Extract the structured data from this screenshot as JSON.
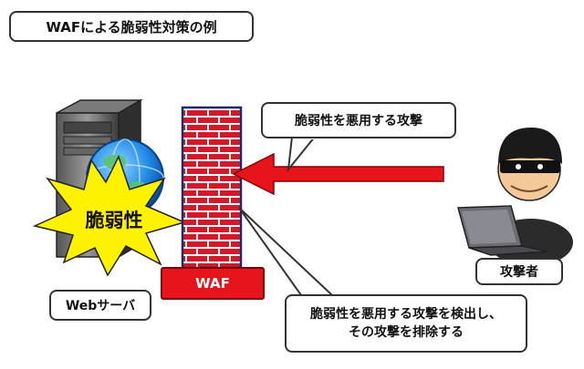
{
  "title": "WAFによる脆弱性対策の例",
  "callout_top": "脆弱性を悪用する攻撃",
  "callout_bottom": "脆弱性を悪用する攻撃を検出し、\nその攻撃を排除する",
  "vulnerability_label": "脆弱性",
  "server_label": "Webサーバ",
  "waf_label": "WAF",
  "attacker_label": "攻撃者",
  "colors": {
    "arrow_red": "#e8141b",
    "brick_red": "#c8102e",
    "burst_yellow": "#fff200",
    "globe_blue": "#1e88e5"
  },
  "icons": [
    "server-tower-icon",
    "globe-icon",
    "firewall-wall-icon",
    "attacker-person-icon",
    "laptop-icon"
  ]
}
